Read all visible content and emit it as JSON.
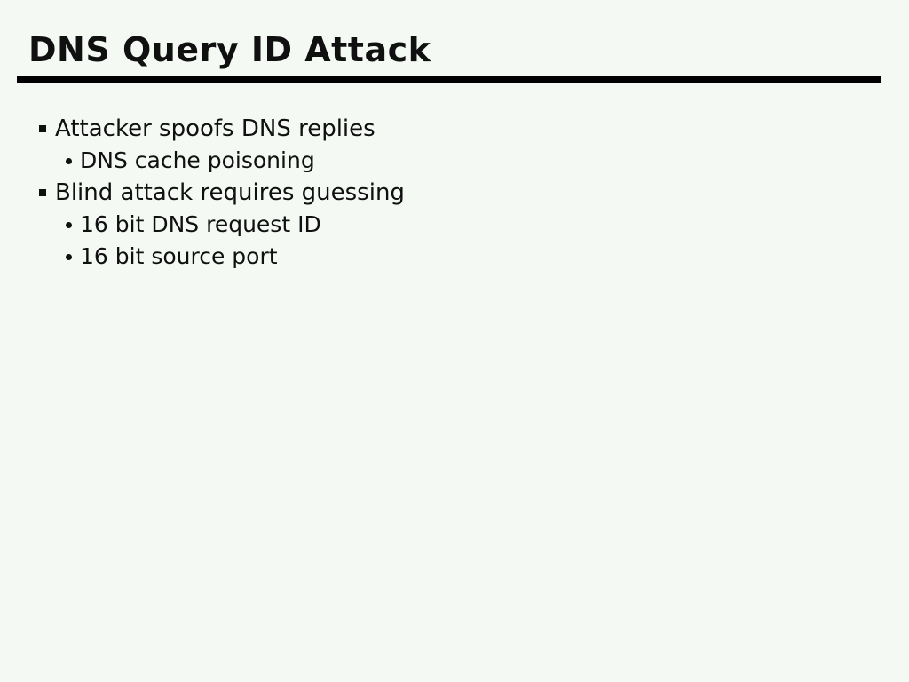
{
  "slide": {
    "title": "DNS Query ID Attack",
    "colors": {
      "background": "#f4f9f4",
      "text": "#101010",
      "rule": "#000000",
      "bullet_marker": "#101010"
    },
    "bullets": [
      {
        "level": 1,
        "text": "Attacker spoofs DNS replies"
      },
      {
        "level": 2,
        "text": "DNS cache poisoning"
      },
      {
        "level": 1,
        "text": "Blind attack requires guessing"
      },
      {
        "level": 2,
        "text": "16 bit DNS request ID"
      },
      {
        "level": 2,
        "text": "16 bit source port"
      }
    ]
  }
}
